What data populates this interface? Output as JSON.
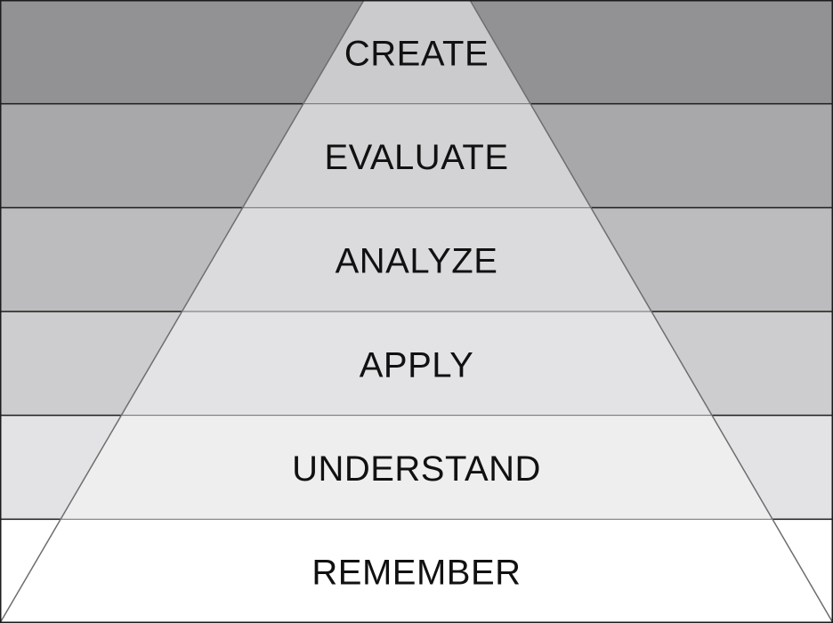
{
  "levels": [
    {
      "label": "CREATE",
      "band_color": "#929294",
      "pyramid_color": "#cbcbcd"
    },
    {
      "label": "EVALUATE",
      "band_color": "#a8a8aa",
      "pyramid_color": "#d3d3d5"
    },
    {
      "label": "ANALYZE",
      "band_color": "#bcbcbe",
      "pyramid_color": "#dbdbdd"
    },
    {
      "label": "APPLY",
      "band_color": "#cdcdcf",
      "pyramid_color": "#e3e3e5"
    },
    {
      "label": "UNDERSTAND",
      "band_color": "#e3e3e5",
      "pyramid_color": "#eeeeef"
    },
    {
      "label": "REMEMBER",
      "band_color": "#ffffff",
      "pyramid_color": "#ffffff"
    }
  ],
  "line_color": "#1c1c1c",
  "edge_color": "#6e6e70"
}
